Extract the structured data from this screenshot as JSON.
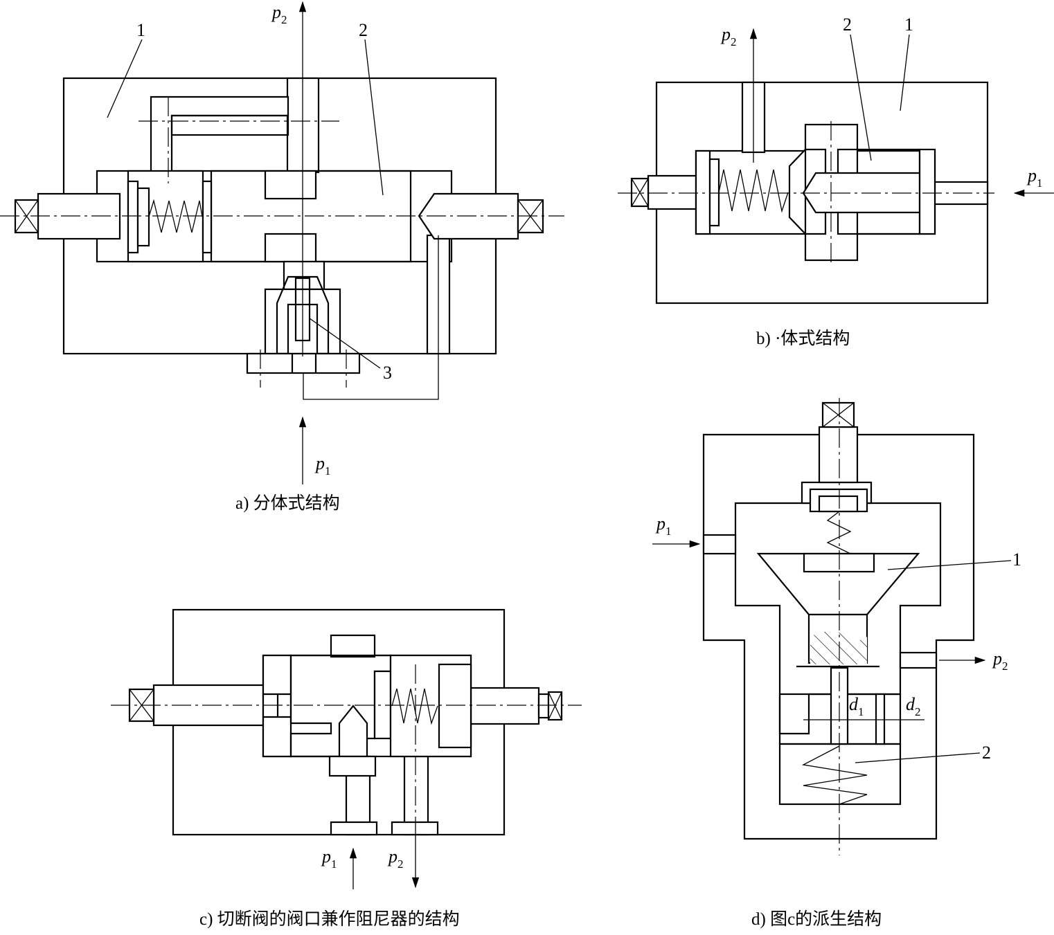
{
  "figure_a": {
    "labels": {
      "part1": "1",
      "part2": "2",
      "part3": "3",
      "p_out": "p",
      "p_out_sub": "2",
      "p_in": "p",
      "p_in_sub": "1"
    },
    "caption": "a) 分体式结构"
  },
  "figure_b": {
    "labels": {
      "part2": "2",
      "part1": "1",
      "p_out": "p",
      "p_out_sub": "2",
      "p_in": "p",
      "p_in_sub": "1"
    },
    "caption": "b)  ·体式结构"
  },
  "figure_c": {
    "labels": {
      "p_in": "p",
      "p_in_sub": "1",
      "p_out": "p",
      "p_out_sub": "2"
    },
    "caption": "c) 切断阀的阀口兼作阻尼器的结构"
  },
  "figure_d": {
    "labels": {
      "p_in": "p",
      "p_in_sub": "1",
      "p_out": "p",
      "p_out_sub": "2",
      "d1": "d",
      "d1_sub": "1",
      "d2": "d",
      "d2_sub": "2",
      "part1": "1",
      "part2": "2"
    },
    "caption": "d) 图c的派生结构"
  },
  "colors": {
    "ink": "#000000",
    "paper": "#ffffff"
  }
}
